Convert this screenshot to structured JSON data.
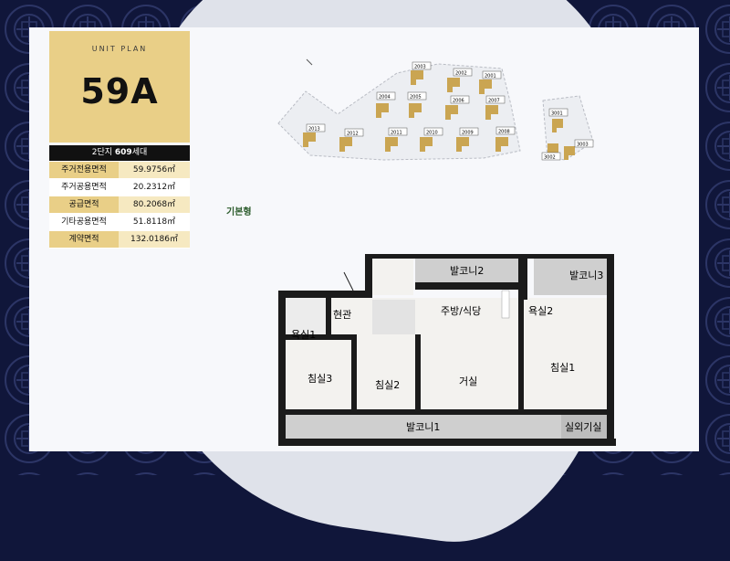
{
  "unit": {
    "subtitle": "UNIT PLAN",
    "name": "59A"
  },
  "summary": {
    "complex": "2단지",
    "households_number": "609",
    "households_unit": "세대"
  },
  "areas": [
    {
      "label": "주거전용면적",
      "value": "59.9756㎡"
    },
    {
      "label": "주거공용면적",
      "value": "20.2312㎡"
    },
    {
      "label": "공급면적",
      "value": "80.2068㎡"
    },
    {
      "label": "기타공용면적",
      "value": "51.8118㎡"
    },
    {
      "label": "계약면적",
      "value": "132.0186㎡"
    }
  ],
  "plan_type": "기본형",
  "site_buildings": [
    {
      "id": "2001"
    },
    {
      "id": "2002"
    },
    {
      "id": "2003"
    },
    {
      "id": "2004"
    },
    {
      "id": "2005"
    },
    {
      "id": "2006"
    },
    {
      "id": "2007"
    },
    {
      "id": "2008"
    },
    {
      "id": "2009"
    },
    {
      "id": "2010"
    },
    {
      "id": "2011"
    },
    {
      "id": "2012"
    },
    {
      "id": "2013"
    },
    {
      "id": "3001"
    },
    {
      "id": "3002"
    },
    {
      "id": "3003"
    }
  ],
  "rooms": {
    "balcony2": "발코니2",
    "balcony3": "발코니3",
    "entrance": "현관",
    "kitchen": "주방/식당",
    "bath2": "욕실2",
    "bath1": "욕실1",
    "bedroom3": "침실3",
    "bedroom2": "침실2",
    "living": "거실",
    "bedroom1": "침실1",
    "balcony1": "발코니1",
    "outdoor_unit": "실외기실"
  },
  "colors": {
    "gold": "#e9cf87",
    "navy": "#10163a",
    "wall": "#1b1b1b"
  }
}
